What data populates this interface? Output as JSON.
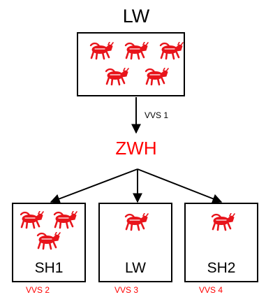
{
  "top": {
    "title": "LW",
    "icon_count": 5
  },
  "link_top": {
    "label": "VVS 1"
  },
  "center": {
    "label": "ZWH"
  },
  "branches": [
    {
      "label": "SH1",
      "caption": "VVS 2",
      "icon_count": 3
    },
    {
      "label": "LW",
      "caption": "VVS 3",
      "icon_count": 1
    },
    {
      "label": "SH2",
      "caption": "VVS 4",
      "icon_count": 1
    }
  ],
  "icon": {
    "name": "red-animal-icon",
    "color": "#e8141b"
  },
  "colors": {
    "accent": "#ff0000",
    "line": "#000000"
  }
}
